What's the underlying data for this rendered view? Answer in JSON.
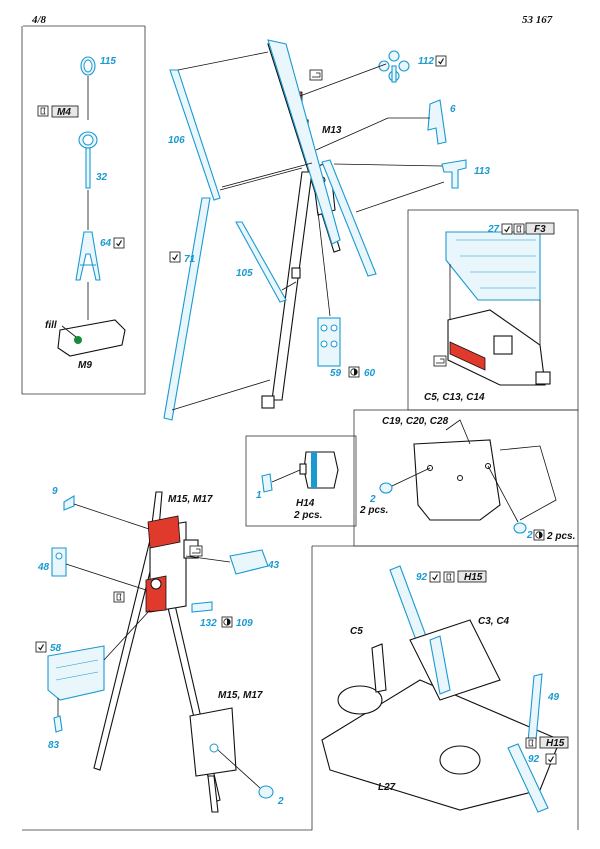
{
  "header": {
    "page": "4/8",
    "code": "53 167"
  },
  "labels": {
    "p115": "115",
    "m4": "M4",
    "p32": "32",
    "p64": "64",
    "fill": "fill",
    "m9": "M9",
    "p106": "106",
    "p71": "71",
    "p105": "105",
    "m13": "M13",
    "p112": "112",
    "p6": "6",
    "p113": "113",
    "p59": "59",
    "p60": "60",
    "p27": "27",
    "f3": "F3",
    "c5c13c14": "C5, C13, C14",
    "p1": "1",
    "h14": "H14",
    "pcs_h14": "2 pcs.",
    "c19": "C19, C20, C28",
    "p2a": "2",
    "pcs_a": "2 pcs.",
    "p2b": "2",
    "pcs_b": "2 pcs.",
    "p9": "9",
    "m15m17a": "M15, M17",
    "p48": "48",
    "p43": "43",
    "p132": "132",
    "p109": "109",
    "p58": "58",
    "p83": "83",
    "m15m17b": "M15, M17",
    "p2c": "2",
    "p92a": "92",
    "h15a": "H15",
    "c5": "C5",
    "c3c4": "C3, C4",
    "p49": "49",
    "h15b": "H15",
    "p92b": "92",
    "l27": "L27"
  },
  "colors": {
    "photoetch": "#1a9ad0",
    "paint_red": "#e03a2c",
    "glue_green": "#1a8a3a"
  },
  "icons": [
    "bend-icon",
    "glue-icon",
    "paint-icon",
    "resin-icon"
  ]
}
